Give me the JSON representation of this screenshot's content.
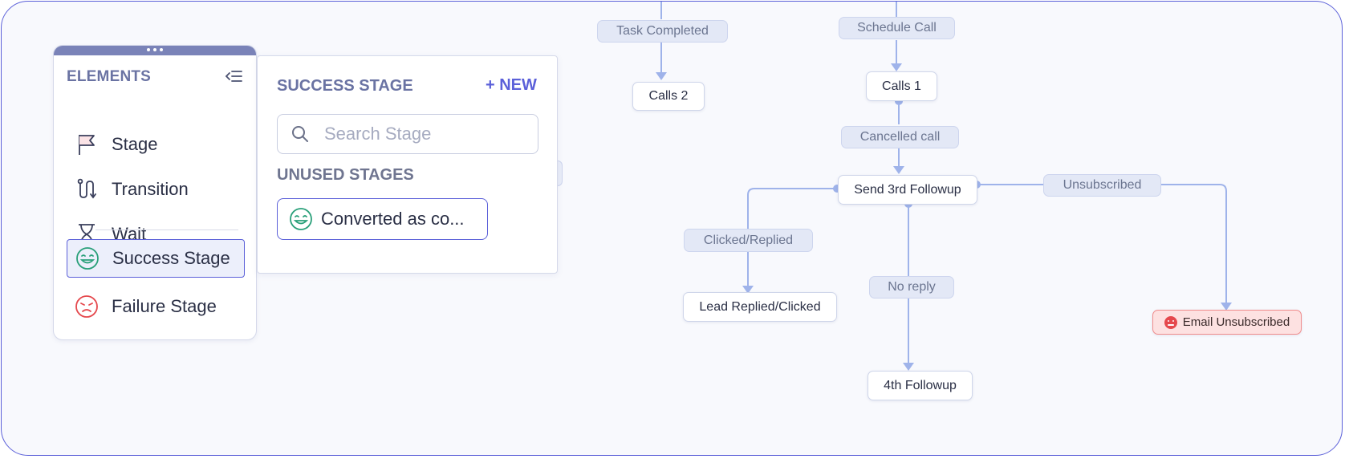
{
  "elements_panel": {
    "title": "ELEMENTS",
    "items": [
      {
        "label": "Stage",
        "icon": "flag-icon"
      },
      {
        "label": "Transition",
        "icon": "transition-icon"
      },
      {
        "label": "Wait",
        "icon": "hourglass-icon"
      },
      {
        "label": "Success Stage",
        "icon": "happy-face-icon",
        "active": true
      },
      {
        "label": "Failure Stage",
        "icon": "sad-face-icon"
      }
    ]
  },
  "success_popup": {
    "title": "SUCCESS STAGE",
    "new_label": "+ NEW",
    "search_placeholder": "Search Stage",
    "unused_title": "UNUSED STAGES",
    "unused_stages": [
      {
        "label": "Converted as co..."
      }
    ]
  },
  "flow": {
    "transitions": {
      "task_completed": "Task Completed",
      "schedule_call": "Schedule Call",
      "cancelled_call": "Cancelled call",
      "unsubscribed": "Unsubscribed",
      "clicked_replied": "Clicked/Replied",
      "no_reply": "No reply"
    },
    "stages": {
      "calls_2": "Calls 2",
      "calls_1": "Calls 1",
      "send_3rd_followup": "Send 3rd Followup",
      "lead_replied_clicked": "Lead Replied/Clicked",
      "fourth_followup": "4th Followup",
      "email_unsubscribed": "Email Unsubscribed"
    }
  },
  "colors": {
    "accent": "#5b60d9",
    "connector": "#9fb3ea",
    "label_bg": "#e3e8f6",
    "success": "#2aa07a",
    "failure": "#e5484d"
  }
}
